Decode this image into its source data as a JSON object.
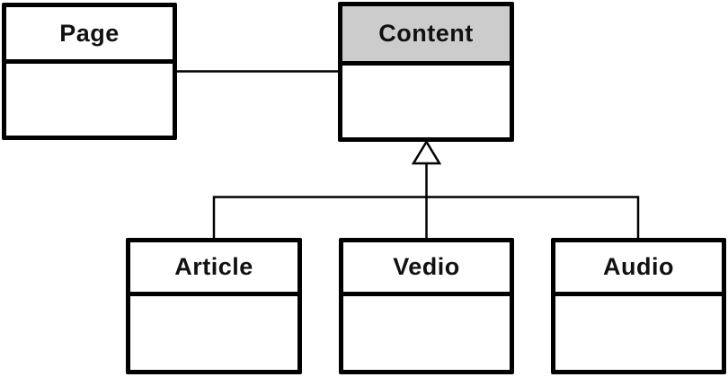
{
  "diagram": {
    "type": "uml-class-diagram",
    "classes": {
      "page": {
        "label": "Page"
      },
      "content": {
        "label": "Content"
      },
      "article": {
        "label": "Article"
      },
      "vedio": {
        "label": "Vedio"
      },
      "audio": {
        "label": "Audio"
      }
    },
    "relationships": [
      {
        "type": "association",
        "from": "Page",
        "to": "Content"
      },
      {
        "type": "generalization",
        "parent": "Content",
        "children": [
          "Article",
          "Vedio",
          "Audio"
        ]
      }
    ]
  },
  "colors": {
    "content_header": "#cccccc",
    "border": "#000000",
    "background": "#ffffff",
    "line": "#000000"
  }
}
